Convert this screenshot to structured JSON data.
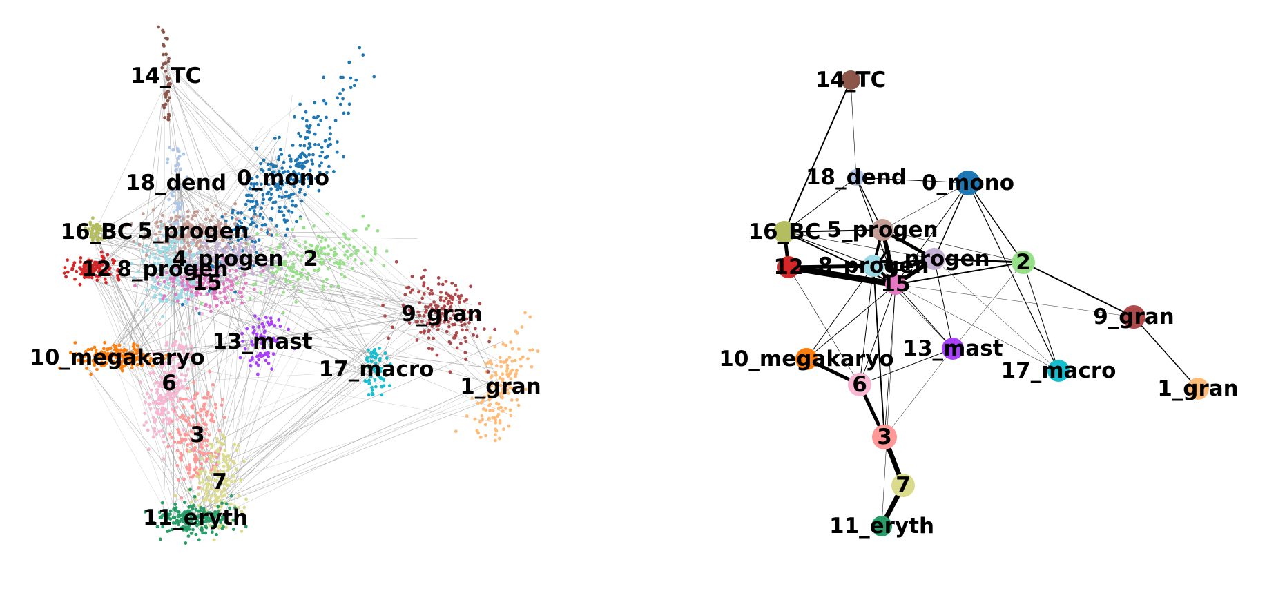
{
  "figure": {
    "panels": [
      {
        "name": "cell-embedding-panel",
        "title": ""
      },
      {
        "name": "paga-graph-panel",
        "title": ""
      }
    ]
  },
  "clusters": [
    {
      "id": "0_mono",
      "label": "0_mono",
      "color": "#1f77b4"
    },
    {
      "id": "1_gran",
      "label": "1_gran",
      "color": "#ffbb78"
    },
    {
      "id": "2",
      "label": "2",
      "color": "#98df8a"
    },
    {
      "id": "3",
      "label": "3",
      "color": "#ff9896"
    },
    {
      "id": "4_progen",
      "label": "4_progen",
      "color": "#c5b0d5"
    },
    {
      "id": "5_progen",
      "label": "5_progen",
      "color": "#c49c94"
    },
    {
      "id": "6",
      "label": "6",
      "color": "#f7b6d2"
    },
    {
      "id": "7",
      "label": "7",
      "color": "#dbdb8d"
    },
    {
      "id": "8_progen",
      "label": "8_progen",
      "color": "#9edae5"
    },
    {
      "id": "9_gran",
      "label": "9_gran",
      "color": "#ad494a"
    },
    {
      "id": "10_megakaryo",
      "label": "10_megakaryo",
      "color": "#ff7f0e"
    },
    {
      "id": "11_eryth",
      "label": "11_eryth",
      "color": "#279e68"
    },
    {
      "id": "12",
      "label": "12",
      "color": "#d62728"
    },
    {
      "id": "13_mast",
      "label": "13_mast",
      "color": "#aa40fc"
    },
    {
      "id": "14_TC",
      "label": "14_TC",
      "color": "#8c564b"
    },
    {
      "id": "15",
      "label": "15",
      "color": "#e377c2"
    },
    {
      "id": "16_BC",
      "label": "16_BC",
      "color": "#b5bd61"
    },
    {
      "id": "17_macro",
      "label": "17_macro",
      "color": "#17becf"
    },
    {
      "id": "18_dend",
      "label": "18_dend",
      "color": "#aec7e8"
    }
  ],
  "edges": [
    {
      "a": "12",
      "b": "15",
      "w": 9
    },
    {
      "a": "12",
      "b": "16_BC",
      "w": 5
    },
    {
      "a": "12",
      "b": "8_progen",
      "w": 5
    },
    {
      "a": "3",
      "b": "7",
      "w": 7
    },
    {
      "a": "7",
      "b": "11_eryth",
      "w": 7
    },
    {
      "a": "6",
      "b": "3",
      "w": 5
    },
    {
      "a": "10_megakaryo",
      "b": "6",
      "w": 5
    },
    {
      "a": "5_progen",
      "b": "15",
      "w": 6
    },
    {
      "a": "5_progen",
      "b": "4_progen",
      "w": 5
    },
    {
      "a": "5_progen",
      "b": "8_progen",
      "w": 4
    },
    {
      "a": "4_progen",
      "b": "15",
      "w": 6
    },
    {
      "a": "4_progen",
      "b": "2",
      "w": 3
    },
    {
      "a": "8_progen",
      "b": "15",
      "w": 4
    },
    {
      "a": "8_progen",
      "b": "4_progen",
      "w": 3
    },
    {
      "a": "15",
      "b": "2",
      "w": 2
    },
    {
      "a": "16_BC",
      "b": "15",
      "w": 2
    },
    {
      "a": "16_BC",
      "b": "5_progen",
      "w": 2
    },
    {
      "a": "14_TC",
      "b": "16_BC",
      "w": 2
    },
    {
      "a": "14_TC",
      "b": "18_dend",
      "w": 0.6
    },
    {
      "a": "18_dend",
      "b": "16_BC",
      "w": 1
    },
    {
      "a": "18_dend",
      "b": "5_progen",
      "w": 1.5
    },
    {
      "a": "18_dend",
      "b": "0_mono",
      "w": 1
    },
    {
      "a": "18_dend",
      "b": "15",
      "w": 1.2
    },
    {
      "a": "0_mono",
      "b": "4_progen",
      "w": 1.5
    },
    {
      "a": "0_mono",
      "b": "2",
      "w": 1.5
    },
    {
      "a": "0_mono",
      "b": "17_macro",
      "w": 1.2
    },
    {
      "a": "0_mono",
      "b": "15",
      "w": 1
    },
    {
      "a": "0_mono",
      "b": "5_progen",
      "w": 0.6
    },
    {
      "a": "2",
      "b": "9_gran",
      "w": 2
    },
    {
      "a": "9_gran",
      "b": "1_gran",
      "w": 1.5
    },
    {
      "a": "2",
      "b": "17_macro",
      "w": 1
    },
    {
      "a": "2",
      "b": "13_mast",
      "w": 0.5
    },
    {
      "a": "13_mast",
      "b": "15",
      "w": 1
    },
    {
      "a": "13_mast",
      "b": "4_progen",
      "w": 1
    },
    {
      "a": "13_mast",
      "b": "6",
      "w": 1
    },
    {
      "a": "13_mast",
      "b": "8_progen",
      "w": 0.6
    },
    {
      "a": "10_megakaryo",
      "b": "15",
      "w": 1
    },
    {
      "a": "10_megakaryo",
      "b": "8_progen",
      "w": 1
    },
    {
      "a": "6",
      "b": "15",
      "w": 1
    },
    {
      "a": "6",
      "b": "12",
      "w": 0.6
    },
    {
      "a": "6",
      "b": "8_progen",
      "w": 1
    },
    {
      "a": "3",
      "b": "15",
      "w": 0.8
    },
    {
      "a": "3",
      "b": "8_progen",
      "w": 2
    },
    {
      "a": "3",
      "b": "13_mast",
      "w": 0.5
    },
    {
      "a": "11_eryth",
      "b": "15",
      "w": 0.5
    },
    {
      "a": "17_macro",
      "b": "15",
      "w": 0.5
    },
    {
      "a": "17_macro",
      "b": "4_progen",
      "w": 0.5
    },
    {
      "a": "9_gran",
      "b": "15",
      "w": 0.4
    },
    {
      "a": "16_BC",
      "b": "8_progen",
      "w": 1
    },
    {
      "a": "16_BC",
      "b": "4_progen",
      "w": 0.6
    },
    {
      "a": "5_progen",
      "b": "2",
      "w": 0.6
    }
  ]
}
